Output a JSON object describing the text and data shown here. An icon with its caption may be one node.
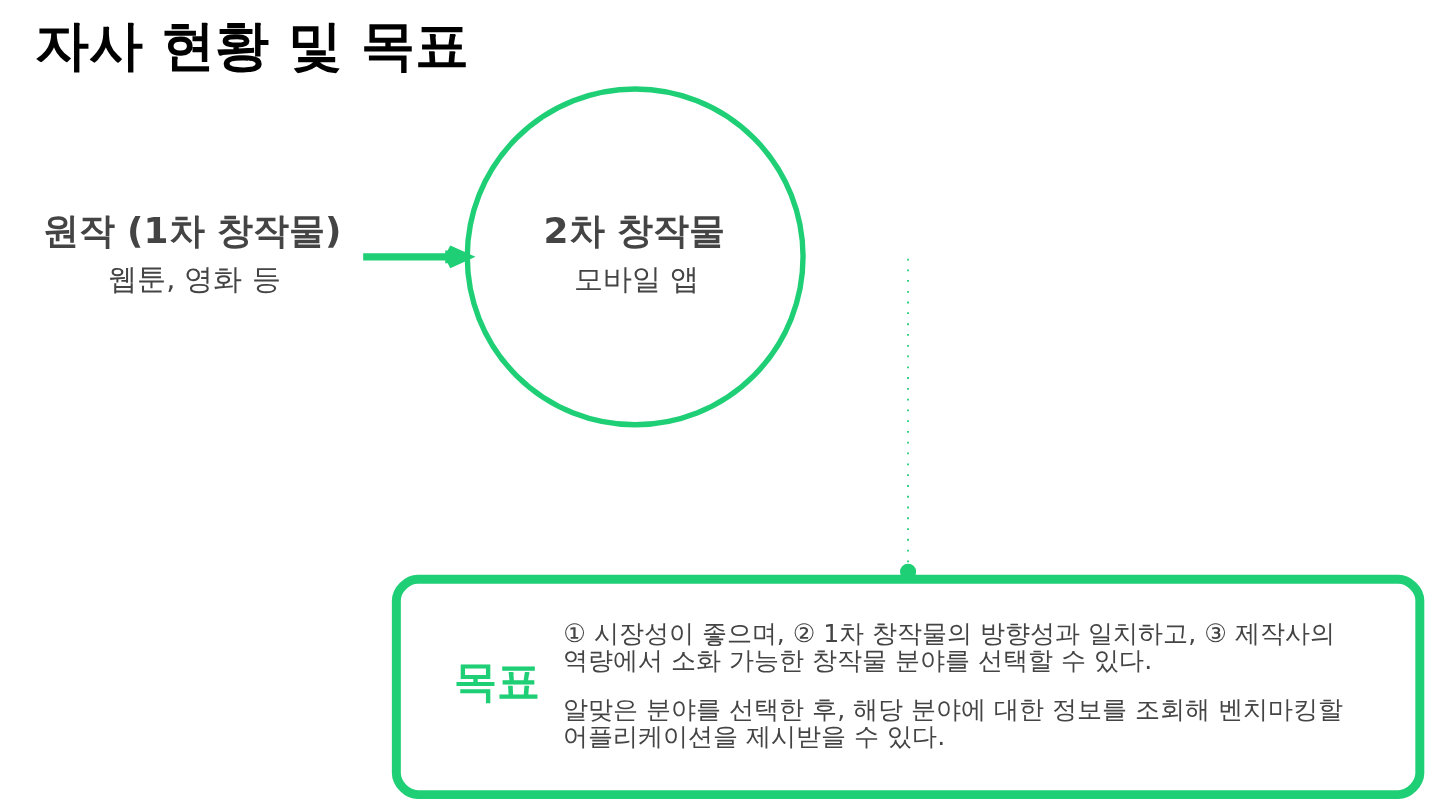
{
  "diagram": {
    "title": "자사 현황 및 목표",
    "nodes": [
      {
        "text": [
          "원작 (1차 창작물)",
          "웹툰, 영화 등"
        ]
      },
      {
        "text": [
          "2차 창작물",
          "모바일 앱"
        ]
      },
      {
        "text": [
          "목표",
          "① 시장성이 좋으며, ② 1차 창작물의 방향성과 일치하고, ③ 제작사의 역량에서 소화 가능한 창작물 분야를 선택할 수 있다.",
          "알맞은 분야를 선택한 후, 해당 분야에 대한 정보를 조회해 벤치마킹할 어플리케이션을 제시받을 수 있다."
        ]
      }
    ],
    "edges": [
      {
        "from": 0,
        "to": 1,
        "arrow": "to",
        "style": "thick",
        "color": "#1ecf75"
      },
      {
        "from": null,
        "to": 2,
        "arrow": "other",
        "style": "dashed",
        "color": "#1ecf75"
      }
    ]
  }
}
